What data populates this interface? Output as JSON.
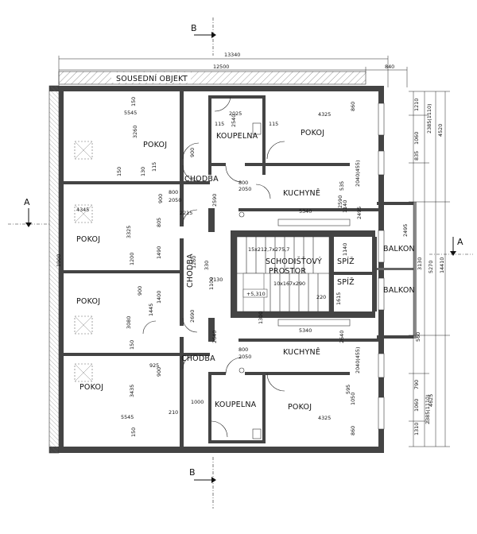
{
  "sections": {
    "B": "B",
    "A": "A"
  },
  "neighbour": "SOUSEDNÍ OBJEKT",
  "rooms": [
    {
      "id": "pokoj-1",
      "label": "POKOJ"
    },
    {
      "id": "pokoj-2",
      "label": "POKOJ"
    },
    {
      "id": "pokoj-3",
      "label": "POKOJ"
    },
    {
      "id": "pokoj-4",
      "label": "POKOJ"
    },
    {
      "id": "pokoj-5",
      "label": "POKOJ"
    },
    {
      "id": "pokoj-6",
      "label": "POKOJ"
    },
    {
      "id": "koupelna-1",
      "label": "KOUPELNA"
    },
    {
      "id": "koupelna-2",
      "label": "KOUPELNA"
    },
    {
      "id": "chodba-1",
      "label": "CHODBA"
    },
    {
      "id": "chodba-2",
      "label": "CHODBA"
    },
    {
      "id": "chodba-3",
      "label": "CHODBA"
    },
    {
      "id": "kuchyne-1",
      "label": "KUCHYNĚ"
    },
    {
      "id": "kuchyne-2",
      "label": "KUCHYNĚ"
    },
    {
      "id": "schodiste",
      "label": "SCHODIŠŤOVÝ"
    },
    {
      "id": "schodiste-2",
      "label": "PROSTOR"
    },
    {
      "id": "spiz-1",
      "label": "SPÍŽ"
    },
    {
      "id": "spiz-2",
      "label": "SPÍŽ"
    },
    {
      "id": "balkon-1",
      "label": "BALKON"
    },
    {
      "id": "balkon-2",
      "label": "BALKON"
    }
  ],
  "dims": {
    "top_total": "13340",
    "top_inner": "12500",
    "top_right": "840",
    "stair1": "15x212,7x275,7",
    "stair2": "10x167x290",
    "level": "+5,310"
  },
  "dim_texts": [
    "150",
    "5545",
    "3260",
    "2025",
    "2540",
    "115",
    "115",
    "4325",
    "860",
    "1210",
    "1060",
    "835",
    "2385(1110)",
    "4520",
    "800",
    "2050",
    "115",
    "130",
    "150",
    "900",
    "800",
    "2050",
    "2590",
    "2590",
    "2040(455)",
    "535",
    "4345",
    "900",
    "2215",
    "5340",
    "1140",
    "2495",
    "2495",
    "3325",
    "1490",
    "805",
    "330",
    "2130",
    "1200",
    "1260",
    "1100",
    "1140",
    "220",
    "1615",
    "3130",
    "5270",
    "14410",
    "1900",
    "900",
    "1400",
    "3080",
    "1445",
    "2690",
    "1300",
    "5340",
    "2640",
    "2640",
    "560",
    "800",
    "2050",
    "900",
    "150",
    "925",
    "3435",
    "1000",
    "210",
    "5545",
    "4325",
    "1050",
    "790",
    "1310",
    "4625",
    "150",
    "860",
    "2040(455)",
    "2385(1110)",
    "1060",
    "595"
  ]
}
